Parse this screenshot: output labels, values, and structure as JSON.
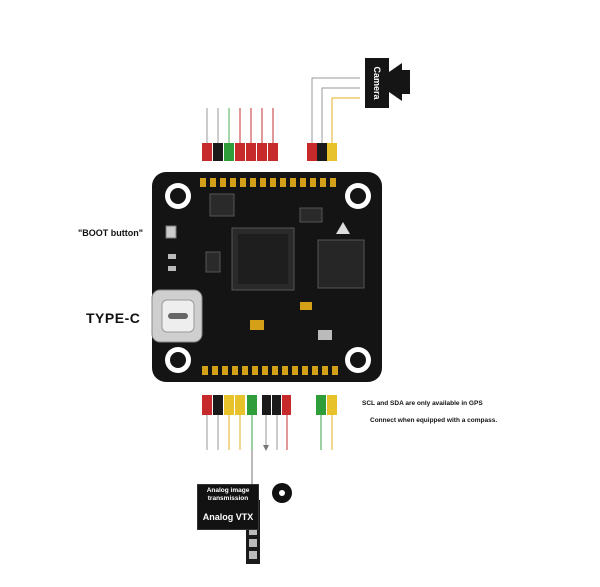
{
  "labels": {
    "boot_button": "\"BOOT button\"",
    "type_c": "TYPE-C",
    "scl_sda_note": "SCL and SDA are only available in GPS",
    "compass_note": "Connect when equipped with a compass.",
    "camera": "Camera",
    "vtx_title": "Analog image transmission",
    "vtx": "Analog VTX"
  },
  "colors": {
    "board": "#141414",
    "red": "#c62a2a",
    "black": "#1a1a1a",
    "green": "#2f9e3a",
    "yellow": "#e8c22a",
    "wire_grey": "#888888",
    "wire_yellow": "#e0b02a",
    "wire_red": "#c03030",
    "wire_green": "#3aa04a"
  },
  "icons": [
    "speaker-icon",
    "buzzer-icon",
    "arrow-icon",
    "gold-pad-icon"
  ]
}
